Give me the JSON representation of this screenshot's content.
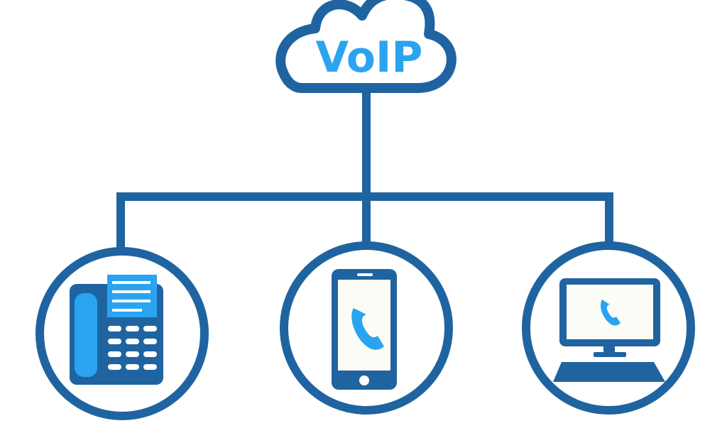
{
  "diagram": {
    "cloud": {
      "label": "VoIP",
      "icon": "cloud-icon"
    },
    "devices": [
      {
        "name": "desk-phone",
        "icon": "desk-phone-icon"
      },
      {
        "name": "smartphone",
        "icon": "smartphone-icon"
      },
      {
        "name": "desktop-computer",
        "icon": "desktop-computer-icon"
      }
    ]
  },
  "colors": {
    "primary": "#1f64a0",
    "accent": "#2aa4f0",
    "screen": "#fbfcf6",
    "background": "#ffffff"
  }
}
